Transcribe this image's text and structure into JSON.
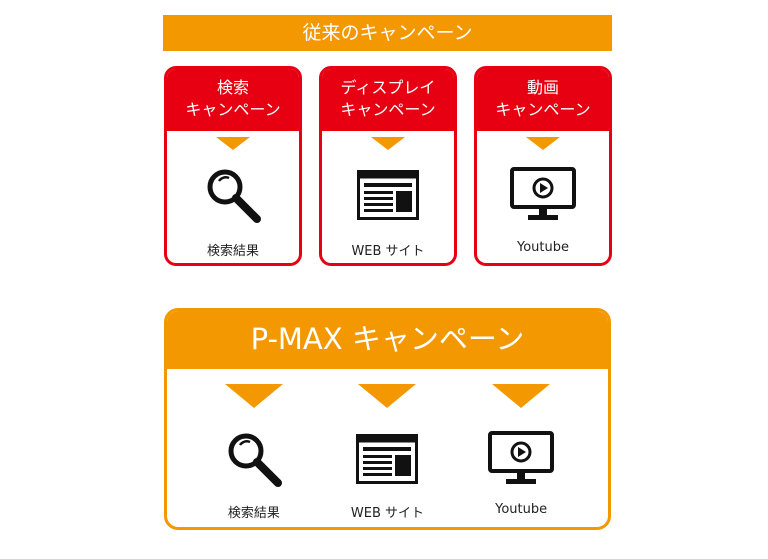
{
  "traditional": {
    "title": "従来のキャンペーン",
    "cards": [
      {
        "line1": "検索",
        "line2": "キャンペーン",
        "caption": "検索結果",
        "icon": "search-icon"
      },
      {
        "line1": "ディスプレイ",
        "line2": "キャンペーン",
        "caption": "WEB サイト",
        "icon": "webpage-icon"
      },
      {
        "line1": "動画",
        "line2": "キャンペーン",
        "caption": "Youtube",
        "icon": "video-monitor-icon"
      }
    ]
  },
  "pmax": {
    "title": "P-MAX キャンペーン",
    "columns": [
      {
        "caption": "検索結果",
        "icon": "search-icon"
      },
      {
        "caption": "WEB サイト",
        "icon": "webpage-icon"
      },
      {
        "caption": "Youtube",
        "icon": "video-monitor-icon"
      }
    ]
  },
  "colors": {
    "orange": "#f39800",
    "red": "#e60012",
    "icon": "#111111"
  }
}
